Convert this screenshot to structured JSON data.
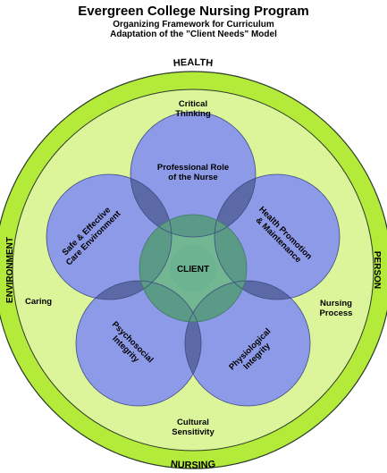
{
  "title": "Evergreen College Nursing Program",
  "subtitle_1": "Organizing Framework for Curriculum",
  "subtitle_2": "Adaptation of the \"Client Needs\" Model",
  "ring_labels": {
    "top": "HEALTH",
    "bottom": "NURSING",
    "left": "ENVIRONMENT",
    "right": "PERSON"
  },
  "inner_labels": {
    "critical_thinking": [
      "Critical",
      "Thinking"
    ],
    "caring": "Caring",
    "nursing_process": [
      "Nursing",
      "Process"
    ],
    "cultural_sensitivity": [
      "Cultural",
      "Sensitivity"
    ]
  },
  "petals": {
    "professional_role": [
      "Professional Role",
      "of the Nurse"
    ],
    "safe_effective": [
      "Safe & Effective",
      "Care Environment"
    ],
    "health_promotion": [
      "Health Promotion",
      "& Maintenance"
    ],
    "psychosocial": [
      "Psychosocial",
      "Integrity"
    ],
    "physiological": [
      "Physiological",
      "Integrity"
    ]
  },
  "center": "CLIENT",
  "colors": {
    "outer_ring": "#b4ea3a",
    "inner_disc": "#ddf59a",
    "petal": "#8c9ae8",
    "petal_overlap": "#5b6aa6",
    "center": "#6bb391",
    "stroke": "#2a3c2a"
  }
}
